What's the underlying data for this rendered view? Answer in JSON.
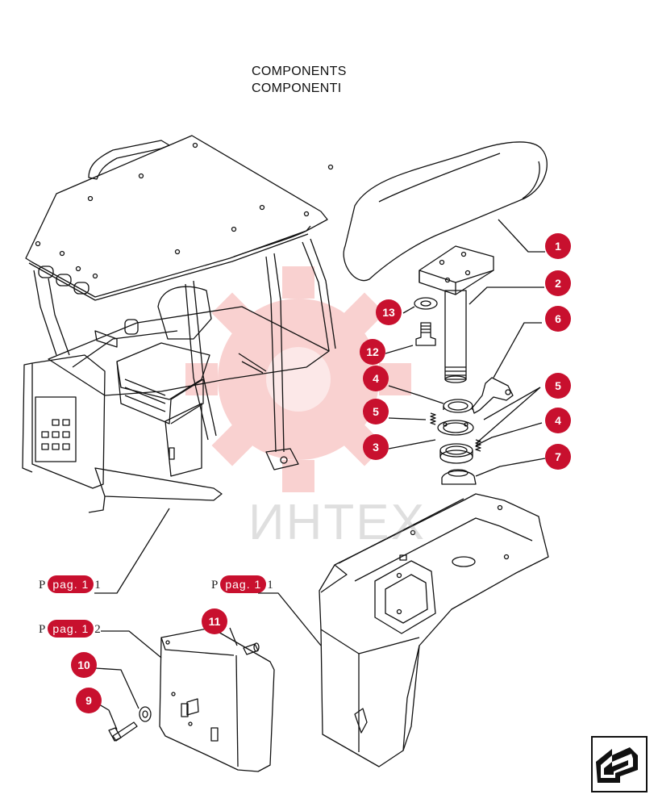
{
  "title": {
    "line1": "COMPONENTS",
    "line2": "COMPONENTI"
  },
  "callouts": [
    {
      "id": "1",
      "label": "1"
    },
    {
      "id": "2",
      "label": "2"
    },
    {
      "id": "6",
      "label": "6"
    },
    {
      "id": "13",
      "label": "13"
    },
    {
      "id": "12",
      "label": "12"
    },
    {
      "id": "4a",
      "label": "4"
    },
    {
      "id": "5a",
      "label": "5"
    },
    {
      "id": "5b",
      "label": "5"
    },
    {
      "id": "4b",
      "label": "4"
    },
    {
      "id": "3",
      "label": "3"
    },
    {
      "id": "7",
      "label": "7"
    },
    {
      "id": "11",
      "label": "11"
    },
    {
      "id": "10",
      "label": "10"
    },
    {
      "id": "9",
      "label": "9"
    }
  ],
  "page_refs": {
    "ref1": {
      "prefix": "P",
      "badge": "pag. 1",
      "suffix": "1"
    },
    "ref2": {
      "prefix": "P",
      "badge": "pag. 1",
      "suffix": "1"
    },
    "ref3": {
      "prefix": "P",
      "badge": "pag. 1",
      "suffix": "2"
    }
  },
  "watermark": {
    "text": "ИНТЕХ",
    "color": "#e8342f"
  },
  "colors": {
    "callout": "#c8102e",
    "line": "#111111"
  },
  "icons": {
    "nav": "next-page-arrow-icon"
  }
}
